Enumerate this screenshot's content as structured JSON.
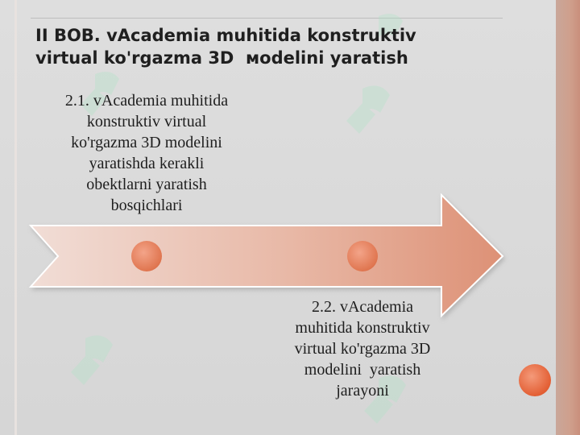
{
  "slide": {
    "title_lines": [
      "II BOB. vAcademia muhitida konstruktiv",
      "virtual ko'rgazma 3D  мodelini yaratish"
    ],
    "box1_lines": [
      "2.1. vAcademia muhitida",
      "konstruktiv virtual",
      "ko'rgazma 3D modelini",
      "yaratishda kerakli",
      "obektlarni yaratish",
      "bosqichlari"
    ],
    "box2_lines": [
      "2.2. vAcademia",
      "muhitida konstruktiv",
      "virtual ko'rgazma 3D",
      "modelini  yaratish",
      "jarayoni"
    ]
  },
  "colors": {
    "arrow_fill_start": "#f1ddd6",
    "arrow_fill_end": "#dd9176",
    "dot_accent": "#e07650",
    "side_band": "#cf9f8c"
  },
  "icons": {
    "arrow": "right-arrow-icon",
    "watermark": "watermark-logo-icon"
  }
}
